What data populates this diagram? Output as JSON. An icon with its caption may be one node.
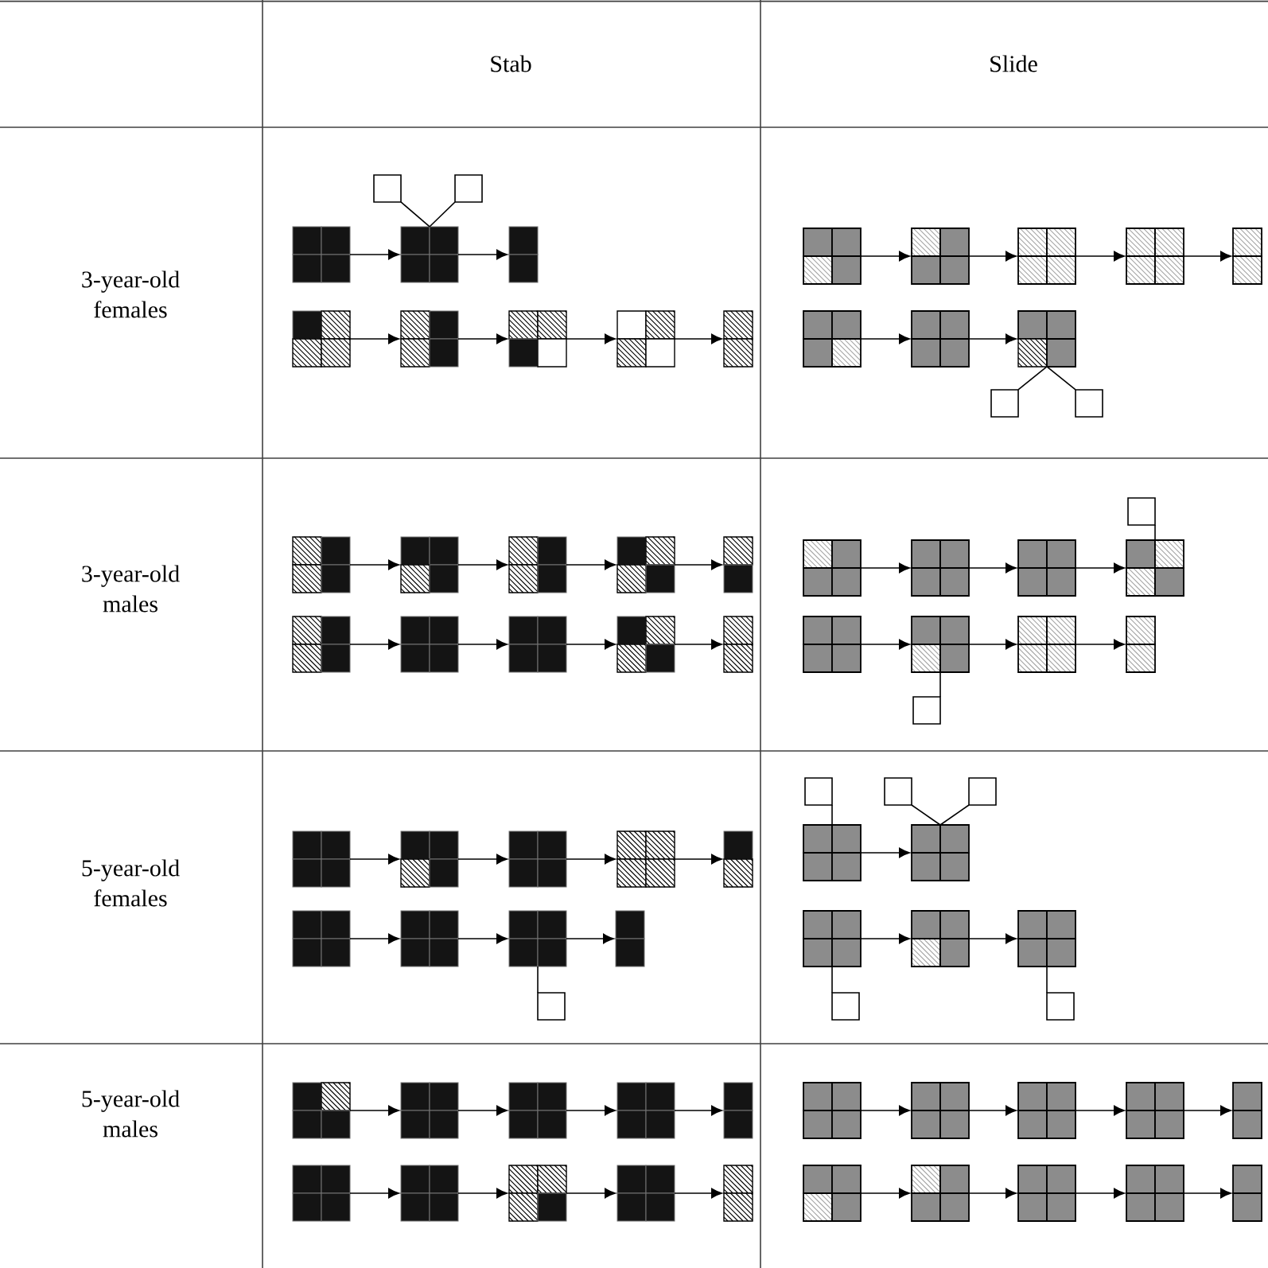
{
  "diagram": {
    "nodes": [
      {
        "text": [],
        "shape": "box"
      },
      {
        "text": [],
        "shape": "box"
      },
      {
        "text": [],
        "shape": "box"
      },
      {
        "text": [],
        "shape": "box"
      },
      {
        "text": [],
        "shape": "box"
      },
      {
        "text": [],
        "shape": "box"
      },
      {
        "text": [],
        "shape": "box"
      },
      {
        "text": [],
        "shape": "box"
      },
      {
        "text": [],
        "shape": "box"
      },
      {
        "text": [],
        "shape": "box"
      },
      {
        "text": [],
        "shape": "box"
      },
      {
        "text": [],
        "shape": "box"
      },
      {
        "text": [],
        "shape": "box"
      },
      {
        "text": [],
        "shape": "box"
      },
      {
        "text": [],
        "shape": "box"
      },
      {
        "text": [],
        "shape": "box"
      },
      {
        "text": [],
        "shape": "box"
      },
      {
        "text": [],
        "shape": "box"
      },
      {
        "text": [],
        "shape": "box"
      },
      {
        "text": [],
        "shape": "box"
      },
      {
        "text": [],
        "shape": "box"
      },
      {
        "text": [],
        "shape": "box"
      },
      {
        "text": [],
        "shape": "box"
      },
      {
        "text": [],
        "shape": "box"
      },
      {
        "text": [],
        "shape": "box"
      },
      {
        "text": [],
        "shape": "box"
      },
      {
        "text": [],
        "shape": "box"
      },
      {
        "text": [],
        "shape": "box"
      },
      {
        "text": [],
        "shape": "box"
      },
      {
        "text": [],
        "shape": "box"
      },
      {
        "text": [],
        "shape": "box"
      },
      {
        "text": [],
        "shape": "box"
      },
      {
        "text": [],
        "shape": "box"
      },
      {
        "text": [],
        "shape": "box"
      },
      {
        "text": [],
        "shape": "box"
      },
      {
        "text": [],
        "shape": "box"
      },
      {
        "text": [],
        "shape": "box"
      },
      {
        "text": [],
        "shape": "box"
      },
      {
        "text": [],
        "shape": "box"
      },
      {
        "text": [],
        "shape": "box"
      },
      {
        "text": [],
        "shape": "box"
      },
      {
        "text": [],
        "shape": "box"
      },
      {
        "text": [],
        "shape": "box"
      },
      {
        "text": [],
        "shape": "box"
      },
      {
        "text": [],
        "shape": "box"
      },
      {
        "text": [],
        "shape": "box"
      },
      {
        "text": [],
        "shape": "box"
      },
      {
        "text": [],
        "shape": "box"
      },
      {
        "text": [],
        "shape": "box"
      },
      {
        "text": [],
        "shape": "box"
      },
      {
        "text": [],
        "shape": "box"
      },
      {
        "text": [],
        "shape": "box"
      },
      {
        "text": [],
        "shape": "box"
      },
      {
        "text": [],
        "shape": "box"
      },
      {
        "text": [],
        "shape": "box"
      },
      {
        "text": [],
        "shape": "box"
      },
      {
        "text": [],
        "shape": "box"
      },
      {
        "text": [],
        "shape": "box"
      },
      {
        "text": [],
        "shape": "box"
      },
      {
        "text": [],
        "shape": "box"
      },
      {
        "text": [],
        "shape": "box"
      },
      {
        "text": [],
        "shape": "box"
      },
      {
        "text": [],
        "shape": "box"
      },
      {
        "text": [],
        "shape": "box"
      },
      {
        "text": [],
        "shape": "box"
      },
      {
        "text": [],
        "shape": "box"
      },
      {
        "text": [],
        "shape": "box"
      },
      {
        "text": [],
        "shape": "box"
      },
      {
        "text": [],
        "shape": "box"
      },
      {
        "text": [],
        "shape": "box"
      },
      {
        "text": [],
        "shape": "box"
      },
      {
        "text": [],
        "shape": "box"
      },
      {
        "text": [],
        "shape": "box"
      },
      {
        "text": [],
        "shape": "box"
      },
      {
        "text": [],
        "shape": "box"
      },
      {
        "text": [],
        "shape": "box"
      },
      {
        "text": [],
        "shape": "box"
      },
      {
        "text": [],
        "shape": "box"
      },
      {
        "text": [],
        "shape": "box"
      },
      {
        "text": [],
        "shape": "box"
      }
    ],
    "edges": [
      {
        "from": 2,
        "to": 3,
        "arrow": "to"
      },
      {
        "from": 3,
        "to": 4,
        "arrow": "to"
      },
      {
        "from": 5,
        "to": 6,
        "arrow": "to"
      },
      {
        "from": 6,
        "to": 7,
        "arrow": "to"
      },
      {
        "from": 7,
        "to": 8,
        "arrow": "to"
      },
      {
        "from": 8,
        "to": 9,
        "arrow": "to"
      },
      {
        "from": 3,
        "to": 0,
        "arrow": "none"
      },
      {
        "from": 3,
        "to": 1,
        "arrow": "none"
      },
      {
        "from": 10,
        "to": 11,
        "arrow": "to"
      },
      {
        "from": 11,
        "to": 12,
        "arrow": "to"
      },
      {
        "from": 12,
        "to": 13,
        "arrow": "to"
      },
      {
        "from": 13,
        "to": 14,
        "arrow": "to"
      },
      {
        "from": 15,
        "to": 16,
        "arrow": "to"
      },
      {
        "from": 16,
        "to": 17,
        "arrow": "to"
      },
      {
        "from": 17,
        "to": 18,
        "arrow": "none"
      },
      {
        "from": 17,
        "to": 19,
        "arrow": "none"
      },
      {
        "from": 20,
        "to": 21,
        "arrow": "to"
      },
      {
        "from": 21,
        "to": 22,
        "arrow": "to"
      },
      {
        "from": 22,
        "to": 23,
        "arrow": "to"
      },
      {
        "from": 23,
        "to": 24,
        "arrow": "to"
      },
      {
        "from": 25,
        "to": 26,
        "arrow": "to"
      },
      {
        "from": 26,
        "to": 27,
        "arrow": "to"
      },
      {
        "from": 27,
        "to": 28,
        "arrow": "to"
      },
      {
        "from": 28,
        "to": 29,
        "arrow": "to"
      },
      {
        "from": 31,
        "to": 32,
        "arrow": "to"
      },
      {
        "from": 32,
        "to": 33,
        "arrow": "to"
      },
      {
        "from": 33,
        "to": 34,
        "arrow": "to"
      },
      {
        "from": 35,
        "to": 36,
        "arrow": "to"
      },
      {
        "from": 36,
        "to": 37,
        "arrow": "to"
      },
      {
        "from": 37,
        "to": 38,
        "arrow": "to"
      },
      {
        "from": 34,
        "to": 30,
        "arrow": "none"
      },
      {
        "from": 36,
        "to": 39,
        "arrow": "none"
      },
      {
        "from": 40,
        "to": 41,
        "arrow": "to"
      },
      {
        "from": 41,
        "to": 42,
        "arrow": "to"
      },
      {
        "from": 42,
        "to": 43,
        "arrow": "to"
      },
      {
        "from": 43,
        "to": 44,
        "arrow": "to"
      },
      {
        "from": 45,
        "to": 46,
        "arrow": "to"
      },
      {
        "from": 46,
        "to": 47,
        "arrow": "to"
      },
      {
        "from": 47,
        "to": 48,
        "arrow": "to"
      },
      {
        "from": 47,
        "to": 49,
        "arrow": "none"
      },
      {
        "from": 53,
        "to": 54,
        "arrow": "to"
      },
      {
        "from": 55,
        "to": 56,
        "arrow": "to"
      },
      {
        "from": 56,
        "to": 57,
        "arrow": "to"
      },
      {
        "from": 53,
        "to": 50,
        "arrow": "none"
      },
      {
        "from": 54,
        "to": 51,
        "arrow": "none"
      },
      {
        "from": 54,
        "to": 52,
        "arrow": "none"
      },
      {
        "from": 55,
        "to": 58,
        "arrow": "none"
      },
      {
        "from": 57,
        "to": 59,
        "arrow": "none"
      },
      {
        "from": 60,
        "to": 61,
        "arrow": "to"
      },
      {
        "from": 61,
        "to": 62,
        "arrow": "to"
      },
      {
        "from": 62,
        "to": 63,
        "arrow": "to"
      },
      {
        "from": 63,
        "to": 64,
        "arrow": "to"
      },
      {
        "from": 65,
        "to": 66,
        "arrow": "to"
      },
      {
        "from": 66,
        "to": 67,
        "arrow": "to"
      },
      {
        "from": 67,
        "to": 68,
        "arrow": "to"
      },
      {
        "from": 68,
        "to": 69,
        "arrow": "to"
      },
      {
        "from": 70,
        "to": 71,
        "arrow": "to"
      },
      {
        "from": 71,
        "to": 72,
        "arrow": "to"
      },
      {
        "from": 72,
        "to": 73,
        "arrow": "to"
      },
      {
        "from": 73,
        "to": 74,
        "arrow": "to"
      },
      {
        "from": 75,
        "to": 76,
        "arrow": "to"
      },
      {
        "from": 76,
        "to": 77,
        "arrow": "to"
      },
      {
        "from": 77,
        "to": 78,
        "arrow": "to"
      },
      {
        "from": 78,
        "to": 79,
        "arrow": "to"
      }
    ],
    "labels": [
      "Stab",
      "Slide",
      "3-year-old females",
      "3-year-old males",
      "5-year-old females",
      "5-year-old males"
    ]
  }
}
